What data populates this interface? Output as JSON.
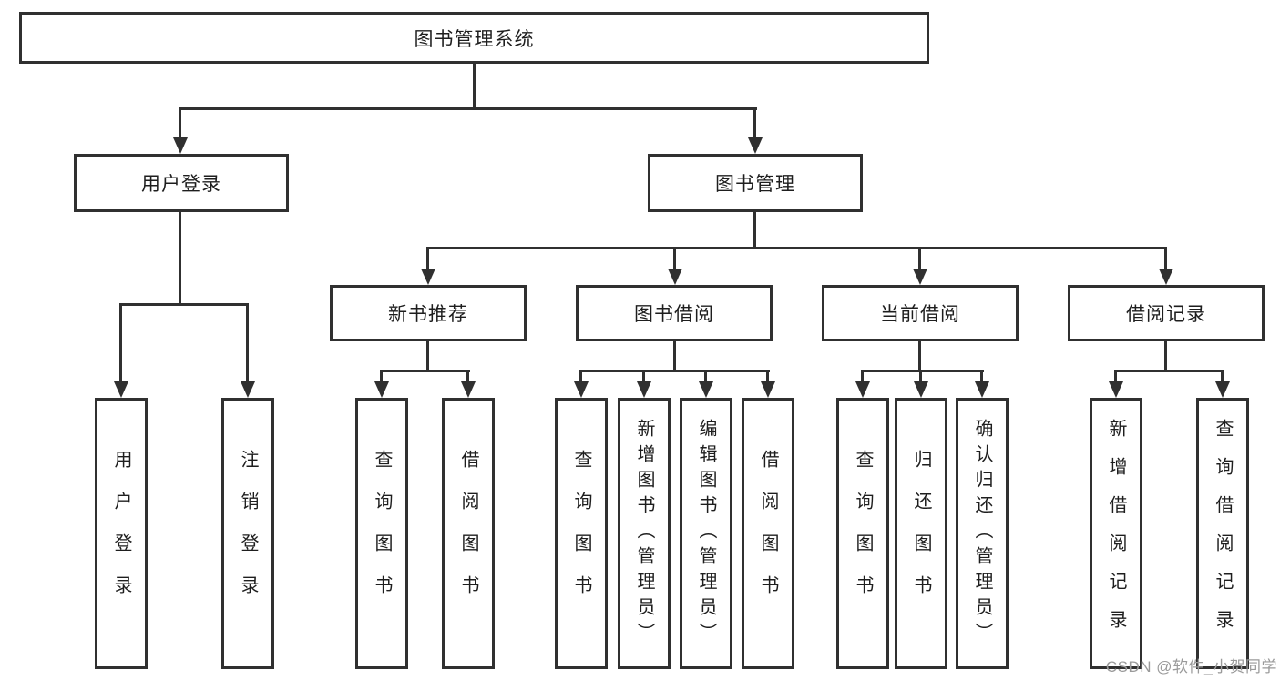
{
  "nodes": {
    "root": "图书管理系统",
    "user_login": "用户登录",
    "book_mgmt": "图书管理",
    "new_book_rec": "新书推荐",
    "book_borrow": "图书借阅",
    "current_borrow": "当前借阅",
    "borrow_record": "借阅记录",
    "ul_login": "用户登录",
    "ul_logout": "注销登录",
    "nb_query": "查询图书",
    "nb_borrow": "借阅图书",
    "bb_query": "查询图书",
    "bb_add": "新增图书（管理员）",
    "bb_edit": "编辑图书（管理员）",
    "bb_borrow": "借阅图书",
    "cb_query": "查询图书",
    "cb_return": "归还图书",
    "cb_confirm": "确认归还（管理员）",
    "br_add": "新增借阅记录",
    "br_query": "查询借阅记录"
  },
  "hierarchy": {
    "root": [
      "user_login",
      "book_mgmt"
    ],
    "user_login": [
      "ul_login",
      "ul_logout"
    ],
    "book_mgmt": [
      "new_book_rec",
      "book_borrow",
      "current_borrow",
      "borrow_record"
    ],
    "new_book_rec": [
      "nb_query",
      "nb_borrow"
    ],
    "book_borrow": [
      "bb_query",
      "bb_add",
      "bb_edit",
      "bb_borrow"
    ],
    "current_borrow": [
      "cb_query",
      "cb_return",
      "cb_confirm"
    ],
    "borrow_record": [
      "br_add",
      "br_query"
    ]
  },
  "watermark": "CSDN @软件_小贺同学",
  "colors": {
    "line": "#303030",
    "text": "#1e1e1e",
    "watermark": "#9a9a9a",
    "background": "#ffffff"
  }
}
